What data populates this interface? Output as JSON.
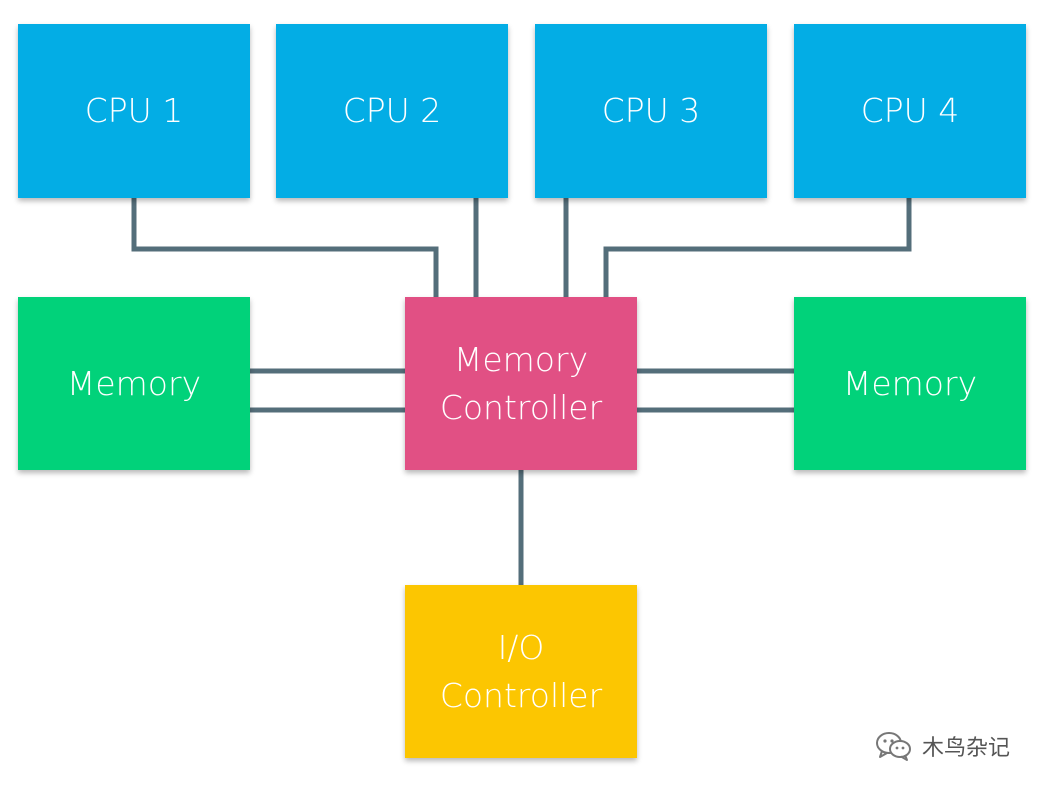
{
  "cpus": [
    {
      "label": "CPU 1"
    },
    {
      "label": "CPU 2"
    },
    {
      "label": "CPU 3"
    },
    {
      "label": "CPU 4"
    }
  ],
  "memory_left": {
    "label": "Memory"
  },
  "memory_right": {
    "label": "Memory"
  },
  "memory_controller": {
    "line1": "Memory",
    "line2": "Controller"
  },
  "io_controller": {
    "line1": "I/O",
    "line2": "Controller"
  },
  "watermark": {
    "text": "木鸟杂记",
    "icon": "wechat-icon"
  },
  "colors": {
    "cpu": "#03ade5",
    "memory": "#01d27a",
    "memory_controller": "#e15084",
    "io_controller": "#fcc601",
    "connector": "#546e7a"
  }
}
